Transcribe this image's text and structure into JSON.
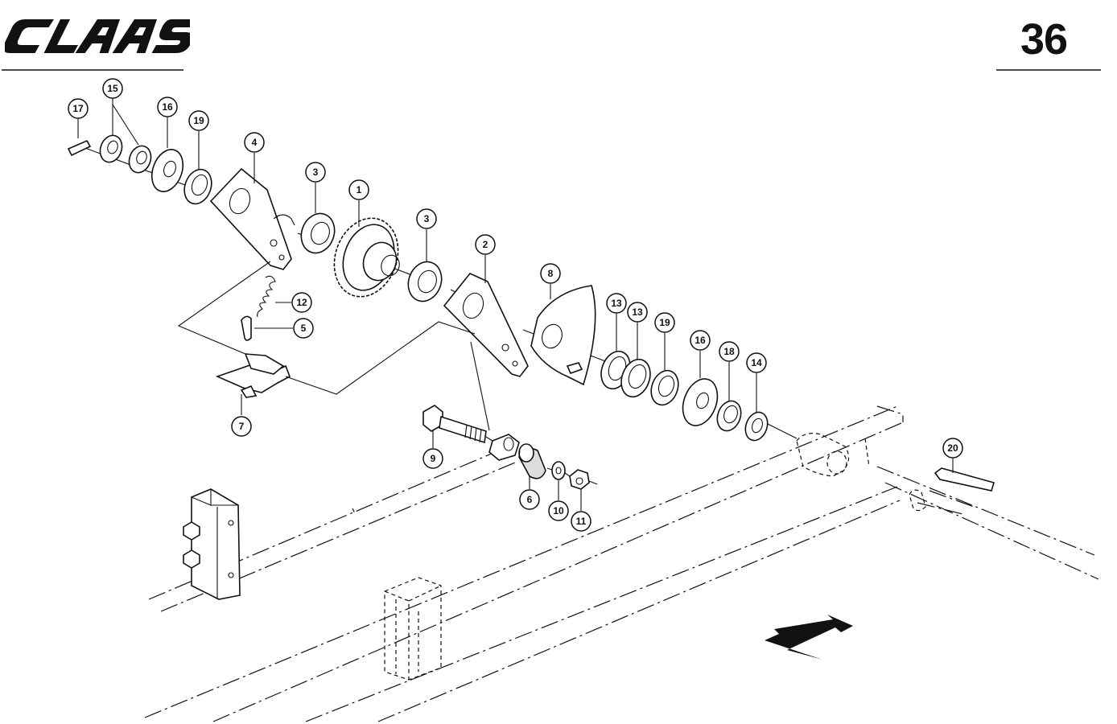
{
  "header": {
    "brand": "CLAAS",
    "page_number": "36"
  },
  "callouts": {
    "c1": "1",
    "c2": "2",
    "c3a": "3",
    "c3b": "3",
    "c4": "4",
    "c5": "5",
    "c6": "6",
    "c7": "7",
    "c8": "8",
    "c9": "9",
    "c10": "10",
    "c11": "11",
    "c12": "12",
    "c13a": "13",
    "c13b": "13",
    "c14": "14",
    "c15": "15",
    "c16a": "16",
    "c16b": "16",
    "c17": "17",
    "c18": "18",
    "c19a": "19",
    "c19b": "19",
    "c20": "20"
  },
  "icons": {
    "direction": "arrow-left-down-icon",
    "logo": "claas-logo"
  }
}
